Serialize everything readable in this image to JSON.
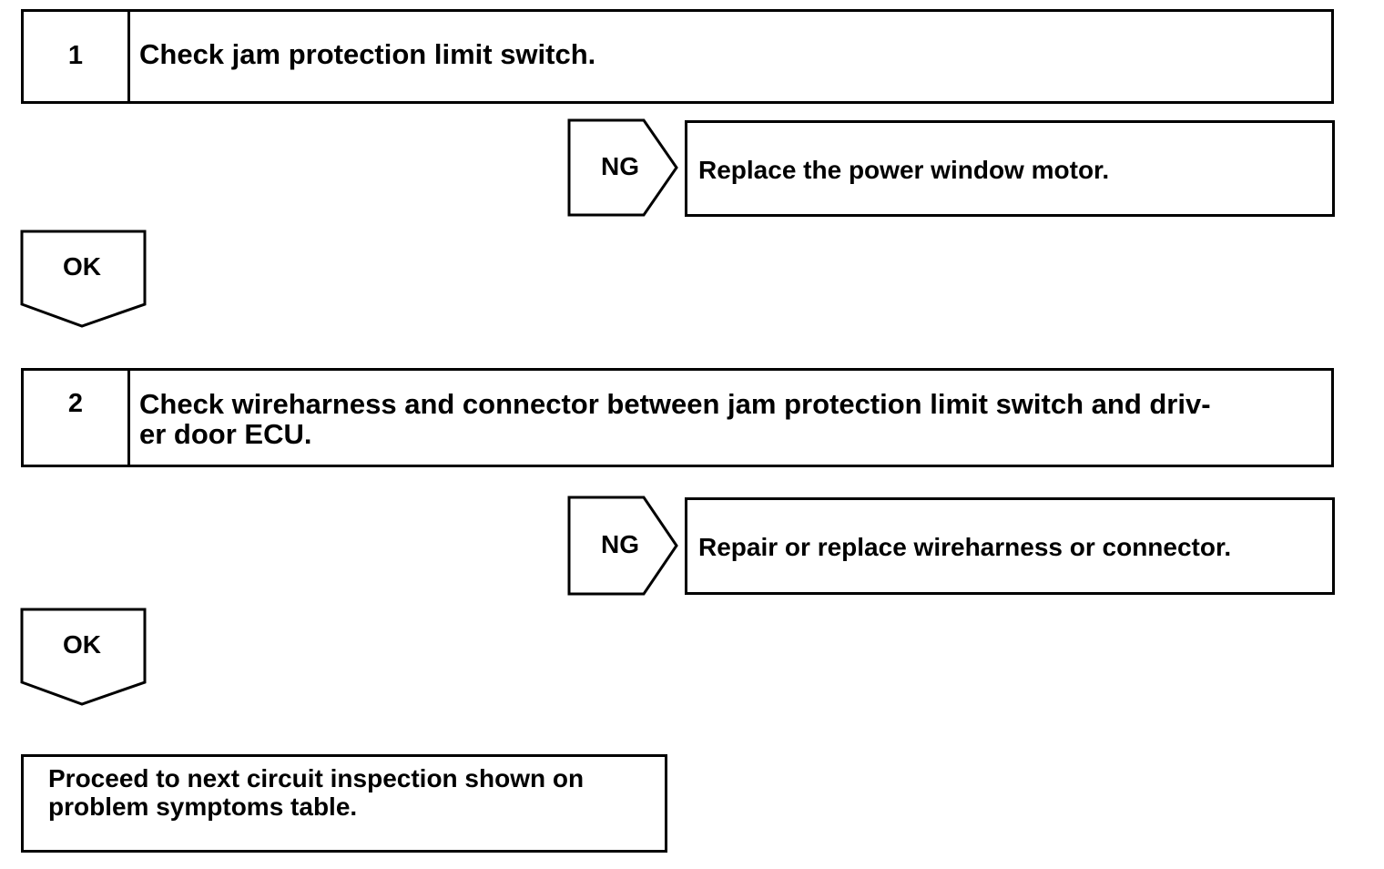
{
  "steps": [
    {
      "number": "1",
      "text": "Check jam protection limit switch.",
      "ng_label": "NG",
      "ng_action": "Replace the power window motor.",
      "ok_label": "OK"
    },
    {
      "number": "2",
      "text_line1": "Check wireharness and connector between jam protection limit switch and driv-",
      "text_line2": "er door ECU.",
      "ng_label": "NG",
      "ng_action": "Repair or replace wireharness or connector.",
      "ok_label": "OK"
    }
  ],
  "final": {
    "line1": "Proceed to next circuit inspection shown on",
    "line2": "problem symptoms table."
  }
}
